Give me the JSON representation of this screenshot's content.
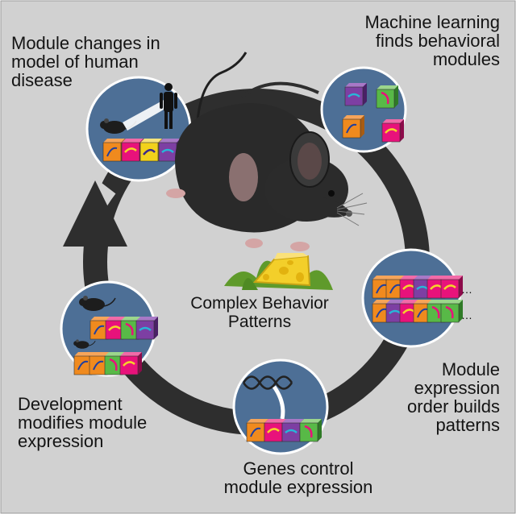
{
  "labels": {
    "top_left": [
      "Module changes in",
      "model of  human",
      "disease"
    ],
    "top_right": [
      "Machine learning",
      "finds behavioral",
      "modules"
    ],
    "right": [
      "Module",
      "expression",
      "order builds",
      "patterns"
    ],
    "bottom": [
      "Genes control",
      "module expression"
    ],
    "left": [
      "Development",
      "modifies module",
      "expression"
    ],
    "center": [
      "Complex Behavior",
      "Patterns"
    ]
  },
  "colors": {
    "background": "#d1d1d1",
    "ring": "#2e2e2e",
    "node_fill": "#4d6f96",
    "node_border": "#ffffff",
    "mouse": "#2a2a2a",
    "cheese": "#f3cf2a",
    "grass": "#5f9a2b"
  },
  "module_colors": [
    "#f08a1e",
    "#e8127b",
    "#f2d21b",
    "#7d3fa3",
    "#58b947"
  ],
  "icons": [
    "mouse-icon",
    "cheese-icon",
    "dna-icon",
    "human-silhouette-icon",
    "module-cube-icon",
    "arrow-icon"
  ]
}
